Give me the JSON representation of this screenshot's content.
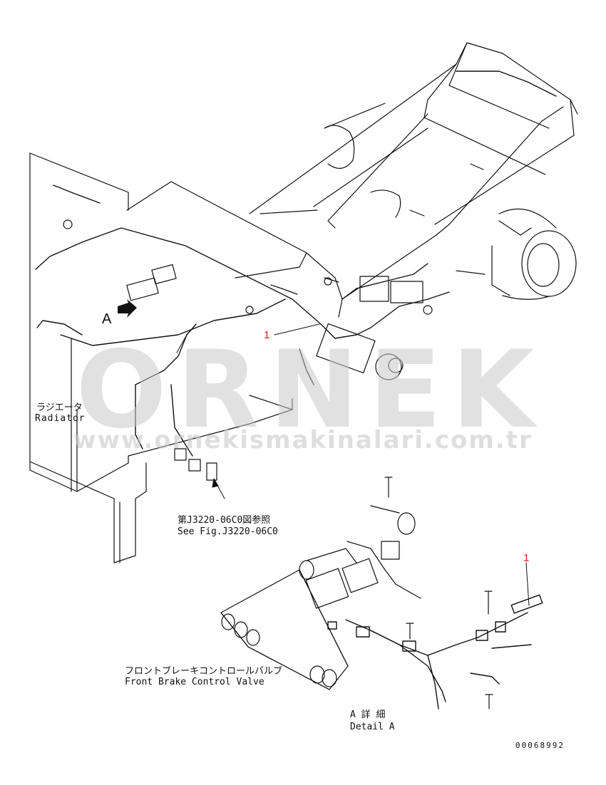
{
  "watermark": {
    "brand": "ORNEK",
    "url": "www.ornekismakinalari.com.tr",
    "color": "#c9c9c9",
    "accent": "#f2c21a"
  },
  "labels": {
    "view_a_marker": "A",
    "radiator_jp": "ラジエータ",
    "radiator_en": "Radiator",
    "fig_ref_jp": "第J3220-06C0図参照",
    "fig_ref_en": "See Fig.J3220-06C0",
    "valve_jp": "フロントブレーキコントロールバルブ",
    "valve_en": "Front Brake Control Valve",
    "detail_jp": "A 詳 細",
    "detail_en": "Detail A",
    "part_number": "00068992"
  },
  "callouts": [
    {
      "text": "1",
      "color": "#d12020"
    },
    {
      "text": "1",
      "color": "#d12020"
    }
  ],
  "colors": {
    "line": "#111111",
    "callout": "#d12020"
  }
}
